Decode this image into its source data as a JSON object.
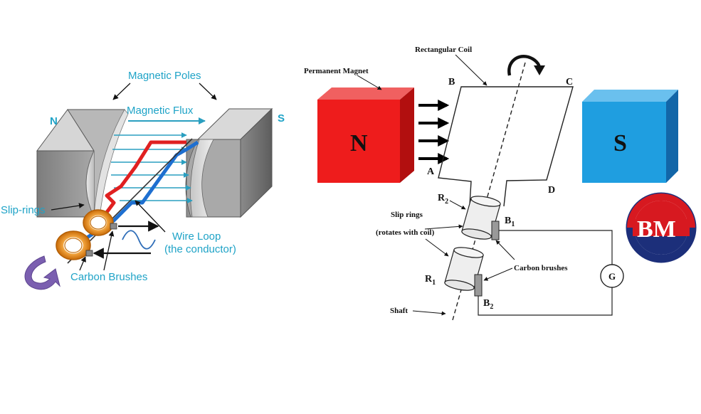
{
  "left_diagram": {
    "magnetic_poles": "Magnetic Poles",
    "magnetic_flux": "Magnetic Flux",
    "pole_n": "N",
    "pole_s": "S",
    "slip_rings": "Slip-rings",
    "wire_loop": "Wire Loop",
    "the_conductor": "(the conductor)",
    "carbon_brushes": "Carbon Brushes"
  },
  "right_diagram": {
    "rectangular_coil": "Rectangular Coil",
    "permanent_magnet": "Permanent Magnet",
    "magnet_n": "N",
    "magnet_s": "S",
    "corner_a": "A",
    "corner_b": "B",
    "corner_c": "C",
    "corner_d": "D",
    "ring_r2": "R",
    "ring_r2_sub": "2",
    "ring_r1": "R",
    "ring_r1_sub": "1",
    "slip_rings": "Slip rings",
    "rotates_with_coil": "(rotates with coil)",
    "brush_b1": "B",
    "brush_b1_sub": "1",
    "brush_b2": "B",
    "brush_b2_sub": "2",
    "carbon_brushes": "Carbon brushes",
    "shaft": "Shaft",
    "galvanometer": "G"
  },
  "logo": {
    "text": "BM"
  },
  "colors": {
    "label_cyan": "#1fa3c7",
    "wire_red": "#e02020",
    "wire_blue": "#1e6fd0",
    "ring_orange": "#e88a1a",
    "magnet_red": "#ee1c1c",
    "magnet_blue": "#1f9ee0",
    "arrow_purple": "#7b5fb0",
    "logo_navy": "#1c2f7a",
    "logo_red": "#d71920"
  }
}
